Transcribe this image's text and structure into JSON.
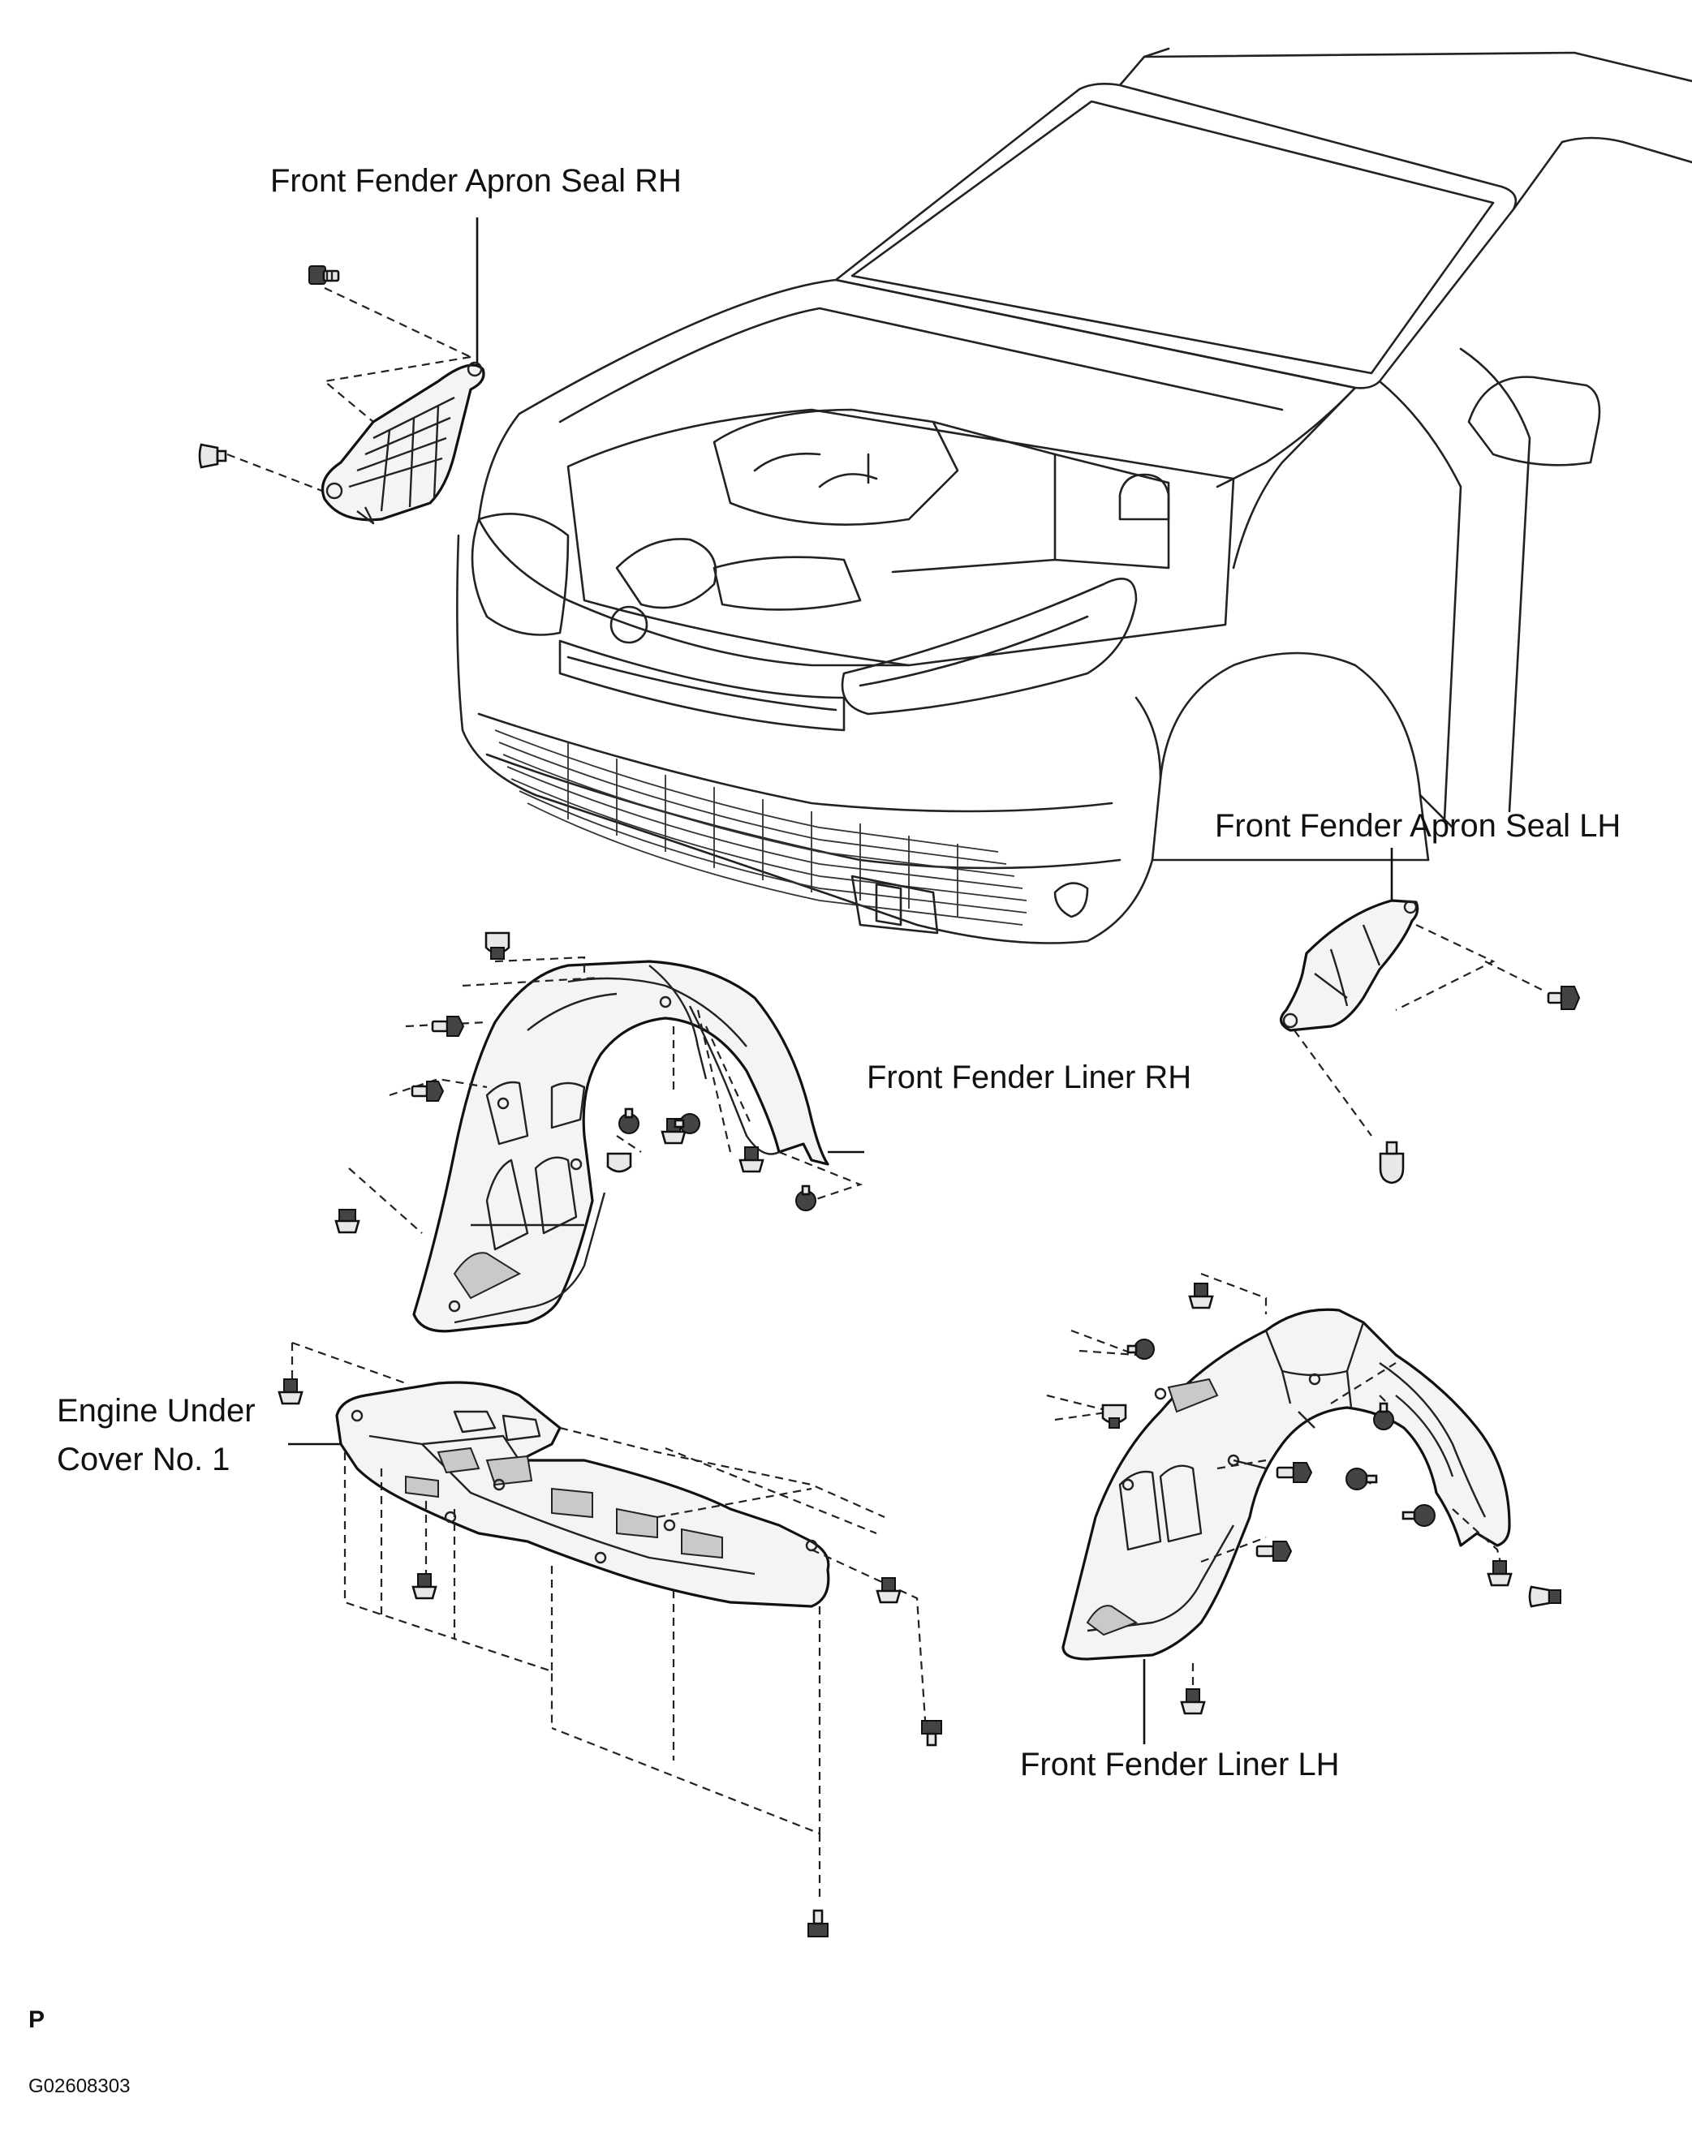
{
  "labels": {
    "apron_seal_rh": "Front Fender Apron Seal RH",
    "apron_seal_lh": "Front Fender Apron Seal LH",
    "liner_rh": "Front Fender Liner RH",
    "liner_lh": "Front Fender Liner LH",
    "under_cover_line1": "Engine Under",
    "under_cover_line2": "Cover No. 1"
  },
  "footer": {
    "letter": "P",
    "code": "G02608303"
  }
}
